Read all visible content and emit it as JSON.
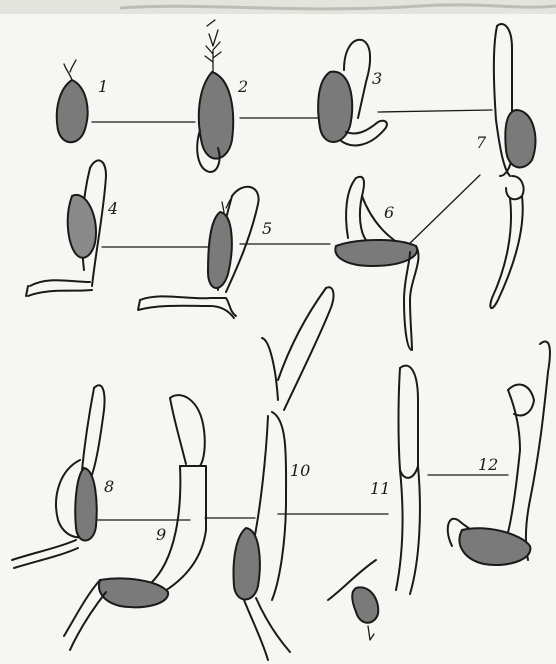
{
  "diagram": {
    "stage_labels": [
      "1",
      "2",
      "3",
      "4",
      "5",
      "6",
      "7",
      "8",
      "9",
      "10",
      "11",
      "12"
    ]
  },
  "colors": {
    "ink": "#1a1a1a",
    "seed_fill": "#7a7a7a",
    "paper": "#f6f6f2"
  }
}
